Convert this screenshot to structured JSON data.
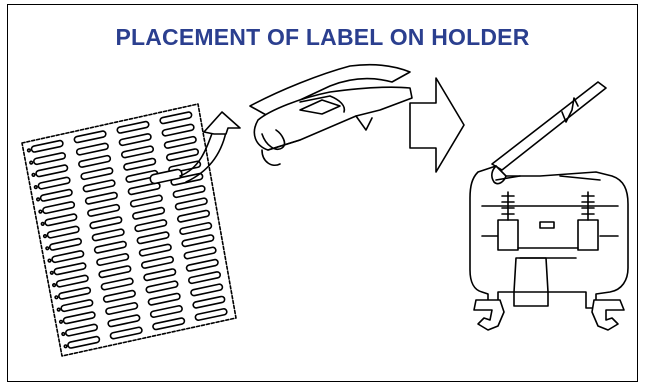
{
  "title": "PLACEMENT OF LABEL ON HOLDER",
  "colors": {
    "title": "#2b3f8f",
    "line": "#000000",
    "background": "#ffffff"
  },
  "icons": [
    "label-sheet",
    "pick-arrow",
    "label-strip",
    "process-arrow",
    "label-holder-profile"
  ]
}
